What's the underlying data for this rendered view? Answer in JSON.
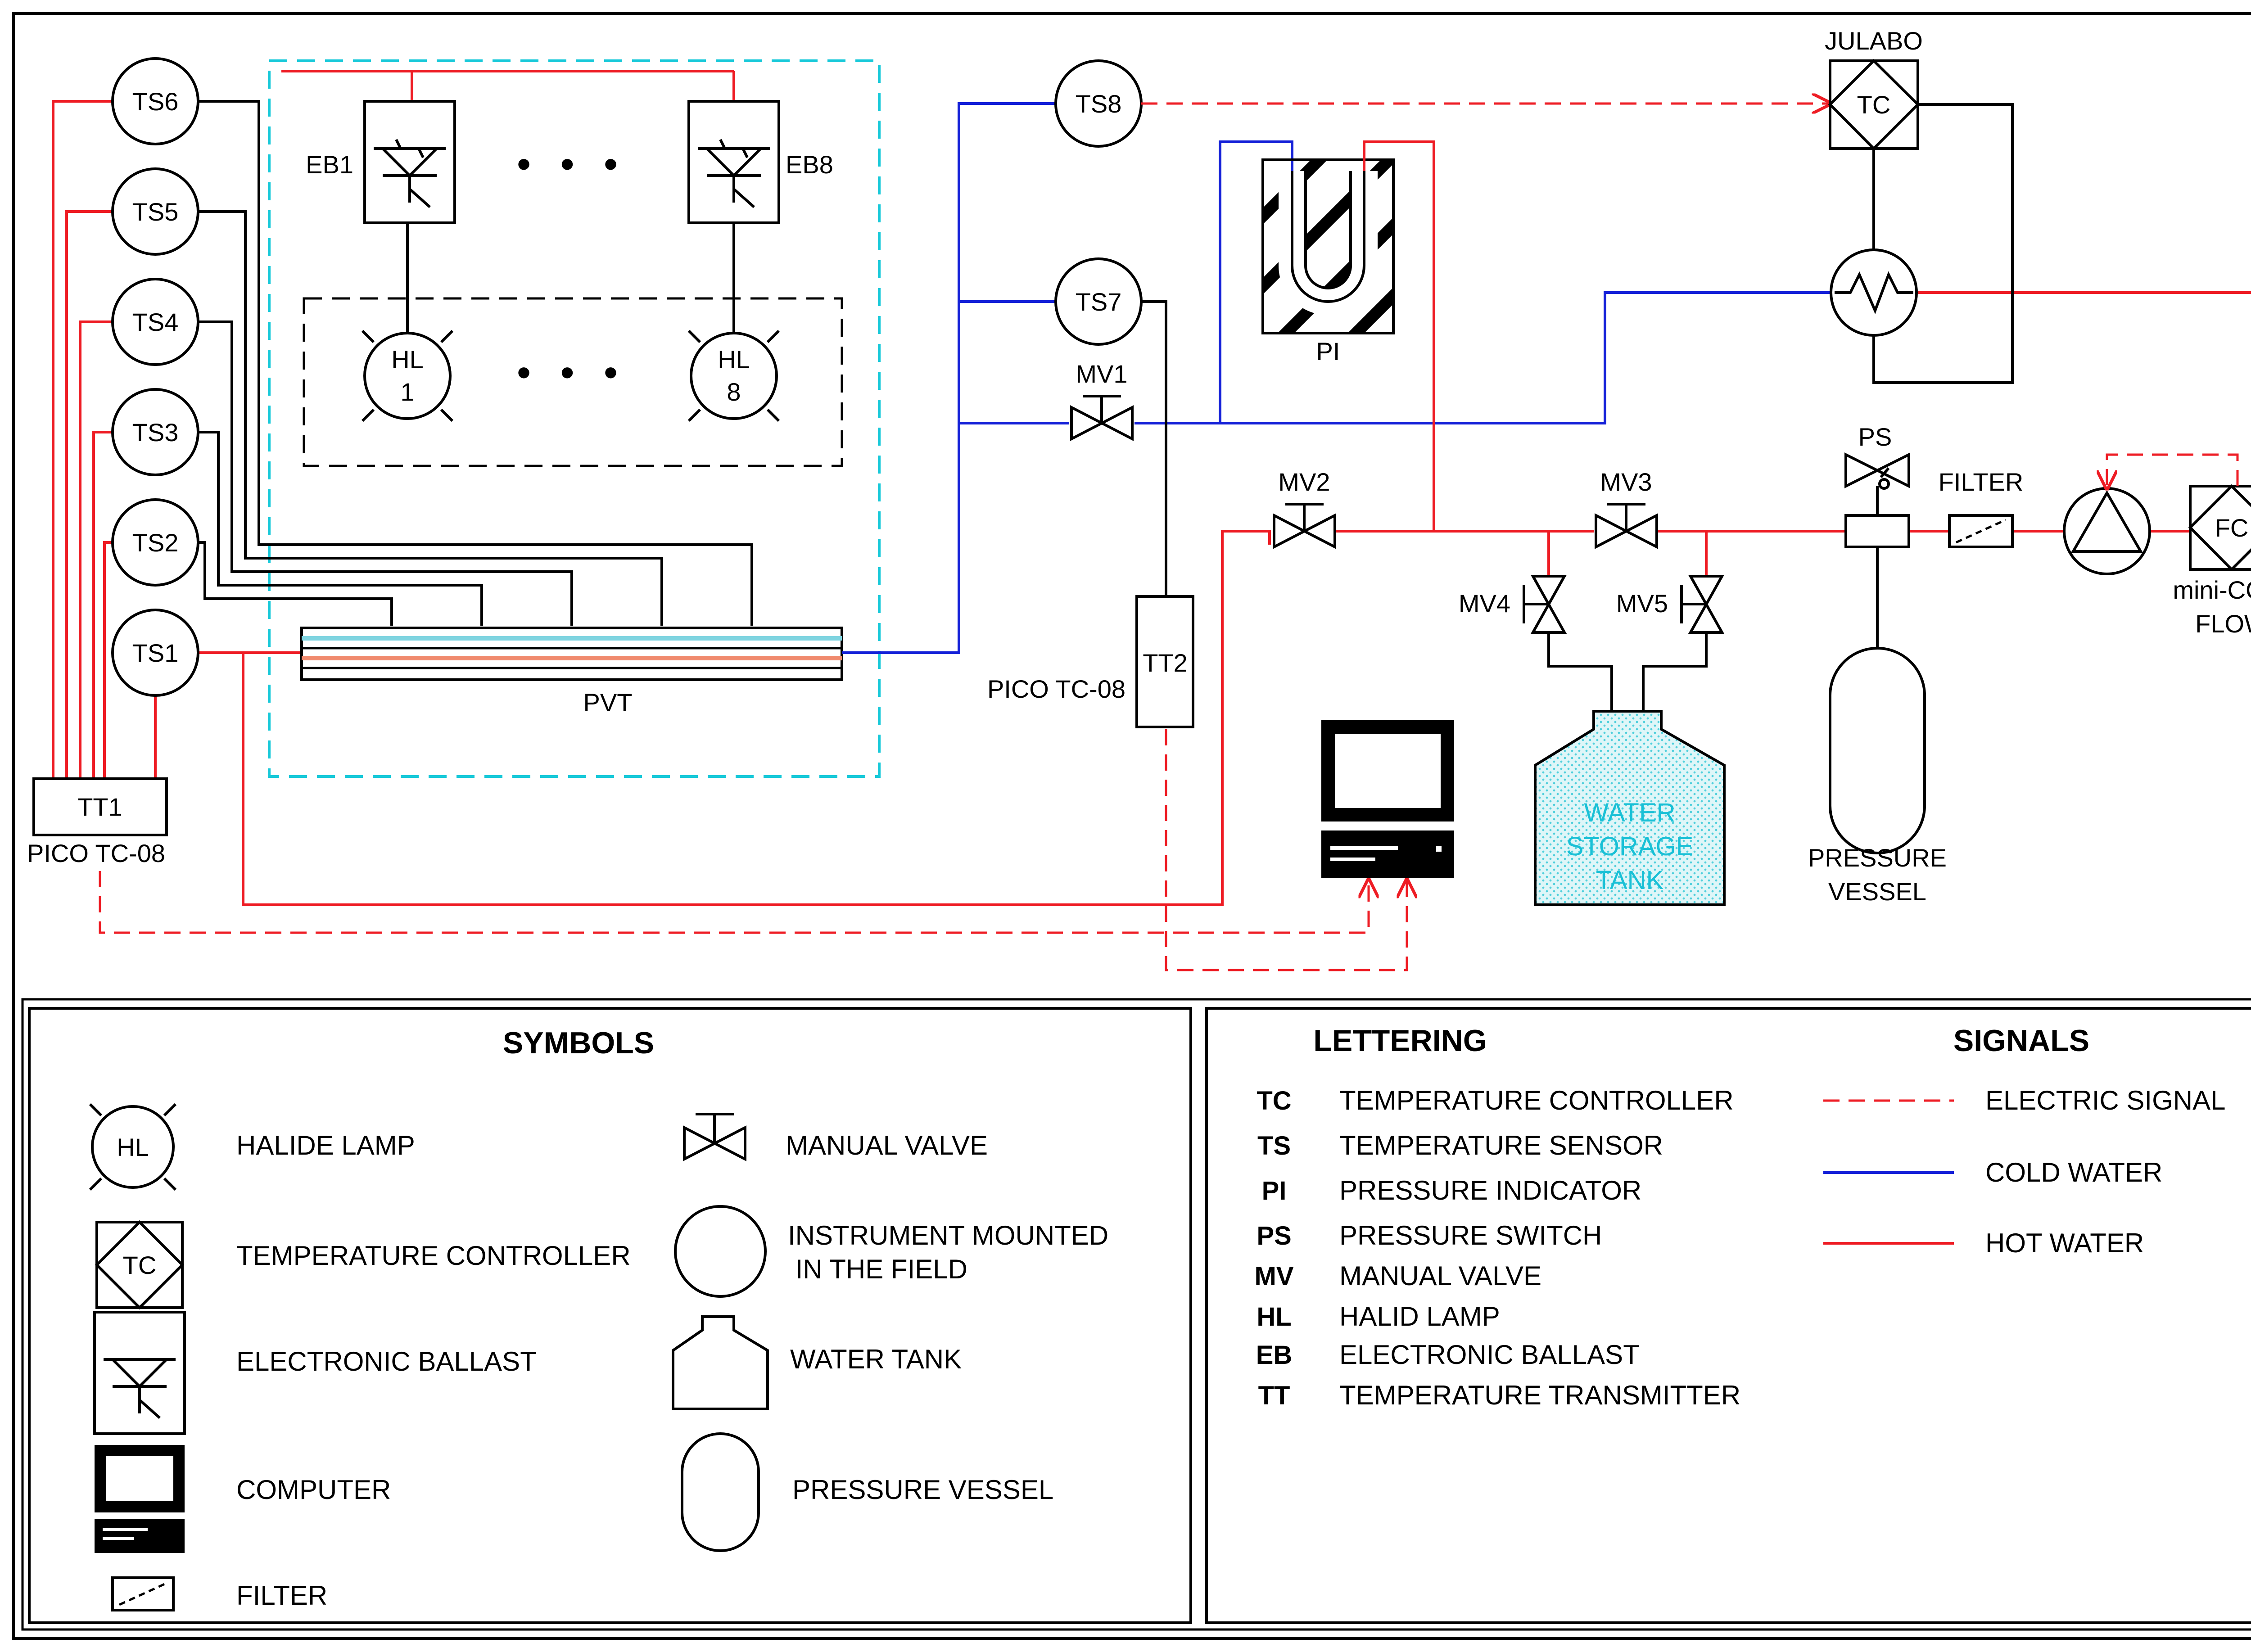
{
  "instruments": {
    "ts1": "TS1",
    "ts2": "TS2",
    "ts3": "TS3",
    "ts4": "TS4",
    "ts5": "TS5",
    "ts6": "TS6",
    "ts7": "TS7",
    "ts8": "TS8"
  },
  "ballasts": {
    "eb1": "EB1",
    "eb8": "EB8"
  },
  "lamps": {
    "hl1_top": "HL",
    "hl1_bottom": "1",
    "hl8_top": "HL",
    "hl8_bottom": "8"
  },
  "ellipsis": "• • •",
  "pvt": "PVT",
  "tt1": "TT1",
  "tt2": "TT2",
  "pico_left": "PICO TC-08",
  "pico_right": "PICO TC-08",
  "julabo": "JULABO",
  "tc": "TC",
  "pi": "PI",
  "ps": "PS",
  "valves": {
    "mv1": "MV1",
    "mv2": "MV2",
    "mv3": "MV3",
    "mv4": "MV4",
    "mv5": "MV5"
  },
  "filter": "FILTER",
  "fc": "FC",
  "flowmeter": {
    "line1": "mini-CORI",
    "line2": "FLOW"
  },
  "tank": {
    "line1": "WATER",
    "line2": "STORAGE",
    "line3": "TANK"
  },
  "vessel": {
    "line1": "PRESSURE",
    "line2": "VESSEL"
  },
  "legend": {
    "symbols_title": "SYMBOLS",
    "hl_symbol": "HL",
    "tc_symbol": "TC",
    "symbols_left": [
      "HALIDE LAMP",
      "TEMPERATURE CONTROLLER",
      "ELECTRONIC BALLAST",
      "COMPUTER",
      "FILTER"
    ],
    "symbols_right": {
      "manual_valve": "MANUAL VALVE",
      "instrument_line1": "INSTRUMENT MOUNTED",
      "instrument_line2": " IN THE FIELD",
      "water_tank": "WATER TANK",
      "pressure_vessel": "PRESSURE VESSEL"
    },
    "lettering_title": "LETTERING",
    "lettering": [
      {
        "code": "TC",
        "text": "TEMPERATURE CONTROLLER"
      },
      {
        "code": "TS",
        "text": "TEMPERATURE SENSOR"
      },
      {
        "code": "PI",
        "text": "PRESSURE INDICATOR"
      },
      {
        "code": "PS",
        "text": "PRESSURE SWITCH"
      },
      {
        "code": "MV",
        "text": "MANUAL VALVE"
      },
      {
        "code": "HL",
        "text": "HALID LAMP"
      },
      {
        "code": "EB",
        "text": "ELECTRONIC BALLAST"
      },
      {
        "code": "TT",
        "text": "TEMPERATURE TRANSMITTER"
      }
    ],
    "signals_title": "SIGNALS",
    "signals": [
      "ELECTRIC SIGNAL",
      "COLD WATER",
      "HOT WATER"
    ]
  },
  "colors": {
    "hot_water": "#ee1c24",
    "cold_water": "#1420d8",
    "electric_signal": "#ee1c24",
    "lamp_frame": "#19c9d9",
    "tank_fill": "#bfeef2"
  }
}
